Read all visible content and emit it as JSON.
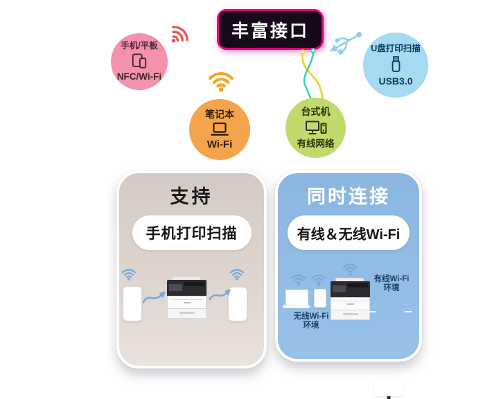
{
  "banner": {
    "label": "丰富接口"
  },
  "bubbles": [
    {
      "title": "手机/平板",
      "subtitle": "NFC/Wi-Fi",
      "color": "#f492ab",
      "icon": "phone-tablet-icon"
    },
    {
      "title": "笔记本",
      "subtitle": "Wi-Fi",
      "color": "#f4a44a",
      "icon": "laptop-icon"
    },
    {
      "title": "台式机",
      "subtitle": "有线网络",
      "color": "#c2da6c",
      "icon": "desktop-pc-icon"
    },
    {
      "title": "U盘打印扫描",
      "subtitle": "USB3.0",
      "color": "#a5daf2",
      "icon": "usb-drive-icon"
    }
  ],
  "cards": {
    "support": {
      "title": "支持",
      "pill": "手机打印扫描",
      "bg": "#d5ccc5"
    },
    "simultaneous": {
      "title": "同时连接",
      "pill": "有线＆无线Wi-Fi",
      "bg": "#8fbae2",
      "wireless_label_line1": "无线Wi-Fi",
      "wireless_label_line2": "环境",
      "wired_label_line1": "有线Wi-Fi",
      "wired_label_line2": "环境"
    }
  },
  "decor_icons": [
    "wifi-signal-red",
    "wifi-signal-orange",
    "usb-trident",
    "cable-yellow",
    "cable-teal"
  ],
  "colors": {
    "banner_bg": "#17091a",
    "banner_border": "#e2017d",
    "wifi_red": "#e85a50",
    "wifi_orange": "#f5a41f",
    "usb_trident_blue": "#8ed0ec",
    "cable_yellow": "#f2cf2a",
    "cable_teal": "#35d4b5",
    "card_wifi_blue": "#7aa9d9",
    "env_label_navy": "#1d4168"
  }
}
